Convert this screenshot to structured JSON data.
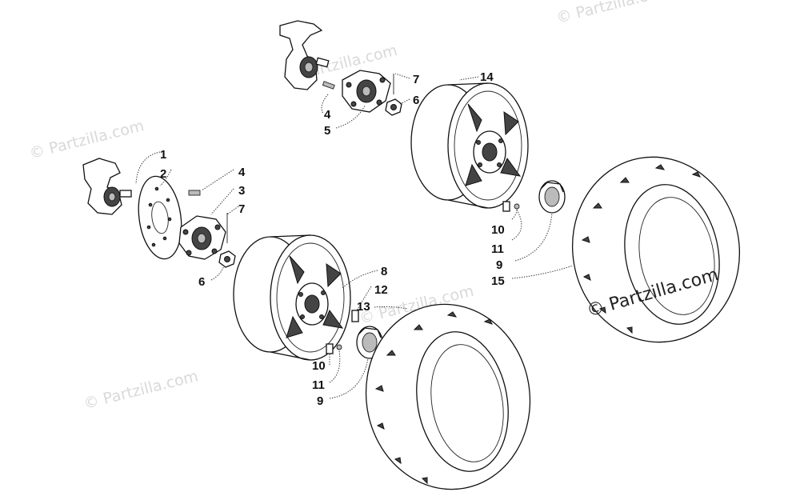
{
  "watermarks": {
    "faint": "© Partzilla.com",
    "main": "© Partzilla.com"
  },
  "callouts": {
    "upper_7": "7",
    "upper_6": "6",
    "upper_4": "4",
    "upper_5": "5",
    "upper_14": "14",
    "upper_10": "10",
    "upper_11": "11",
    "upper_9": "9",
    "upper_15": "15",
    "lower_1": "1",
    "lower_2": "2",
    "lower_4": "4",
    "lower_3": "3",
    "lower_7": "7",
    "lower_6": "6",
    "lower_8": "8",
    "lower_12": "12",
    "lower_13": "13",
    "lower_10": "10",
    "lower_11": "11",
    "lower_9": "9"
  }
}
